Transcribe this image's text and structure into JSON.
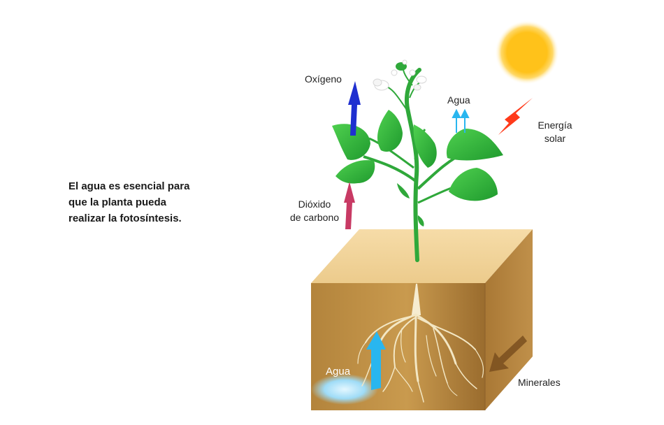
{
  "caption": {
    "line1": "El agua es esencial para",
    "line2": "que la planta pueda",
    "line3": "realizar la fotosíntesis."
  },
  "labels": {
    "oxigeno": "Oxígeno",
    "agua_top": "Agua",
    "energia_line1": "Energía",
    "energia_line2": "solar",
    "dioxido_line1": "Dióxido",
    "dioxido_line2": "de carbono",
    "agua_soil": "Agua",
    "minerales": "Minerales"
  },
  "colors": {
    "oxygen_arrow": "#1f2fd0",
    "water_arrow": "#29b6ef",
    "sun_arrow": "#ff3a1a",
    "co2_arrow": "#c83a64",
    "soil_front": "#a87a35",
    "soil_top": "#f2d39a",
    "leaf": "#35b83a",
    "sun": "#ffc21a"
  }
}
